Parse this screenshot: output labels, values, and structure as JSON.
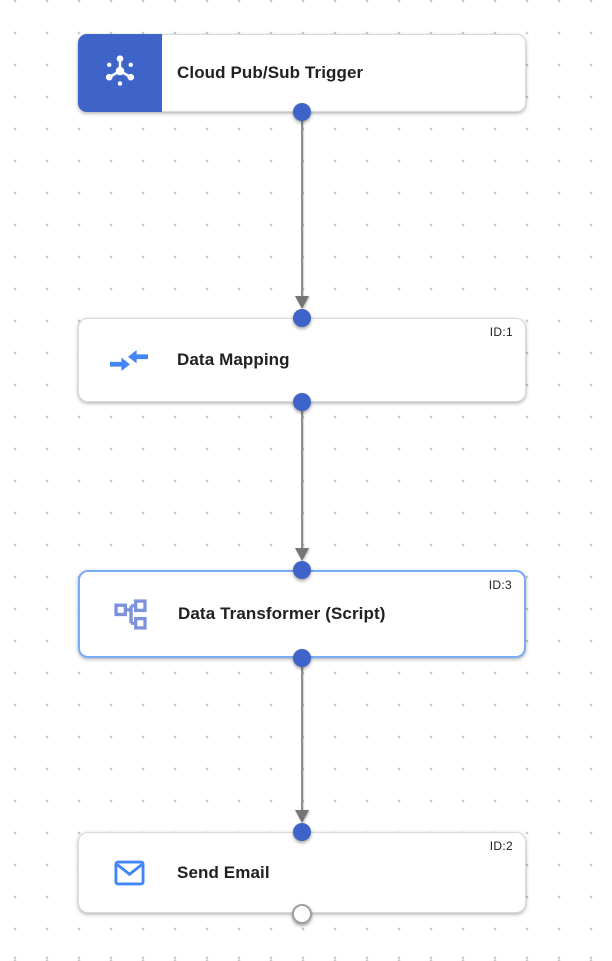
{
  "colors": {
    "accent-blue": "#3E64C9",
    "icon-blue": "#4285F4",
    "transformer-icon-blue": "#7C92DB",
    "selected-border": "#7BAAF7",
    "edge-gray": "#8A8E92",
    "arrowhead-gray": "#757575",
    "card-border": "#D9DADD",
    "title-color": "#202124",
    "grid-dot": "#C8CBCF",
    "canvas-bg": "#FFFFFF"
  },
  "flow": {
    "nodes": [
      {
        "title": "Cloud Pub/Sub Trigger",
        "id_label": "",
        "kind": "trigger",
        "icon": "pubsub-icon",
        "selected": false
      },
      {
        "title": "Data Mapping",
        "id_label": "ID:1",
        "kind": "task",
        "icon": "data-mapping-icon",
        "selected": false
      },
      {
        "title": "Data Transformer (Script)",
        "id_label": "ID:3",
        "kind": "task",
        "icon": "data-transformer-icon",
        "selected": true
      },
      {
        "title": "Send Email",
        "id_label": "ID:2",
        "kind": "task",
        "icon": "email-icon",
        "selected": false
      }
    ],
    "edges": [
      {
        "from": "Cloud Pub/Sub Trigger",
        "to": "Data Mapping"
      },
      {
        "from": "Data Mapping",
        "to": "Data Transformer (Script)"
      },
      {
        "from": "Data Transformer (Script)",
        "to": "Send Email"
      }
    ]
  }
}
